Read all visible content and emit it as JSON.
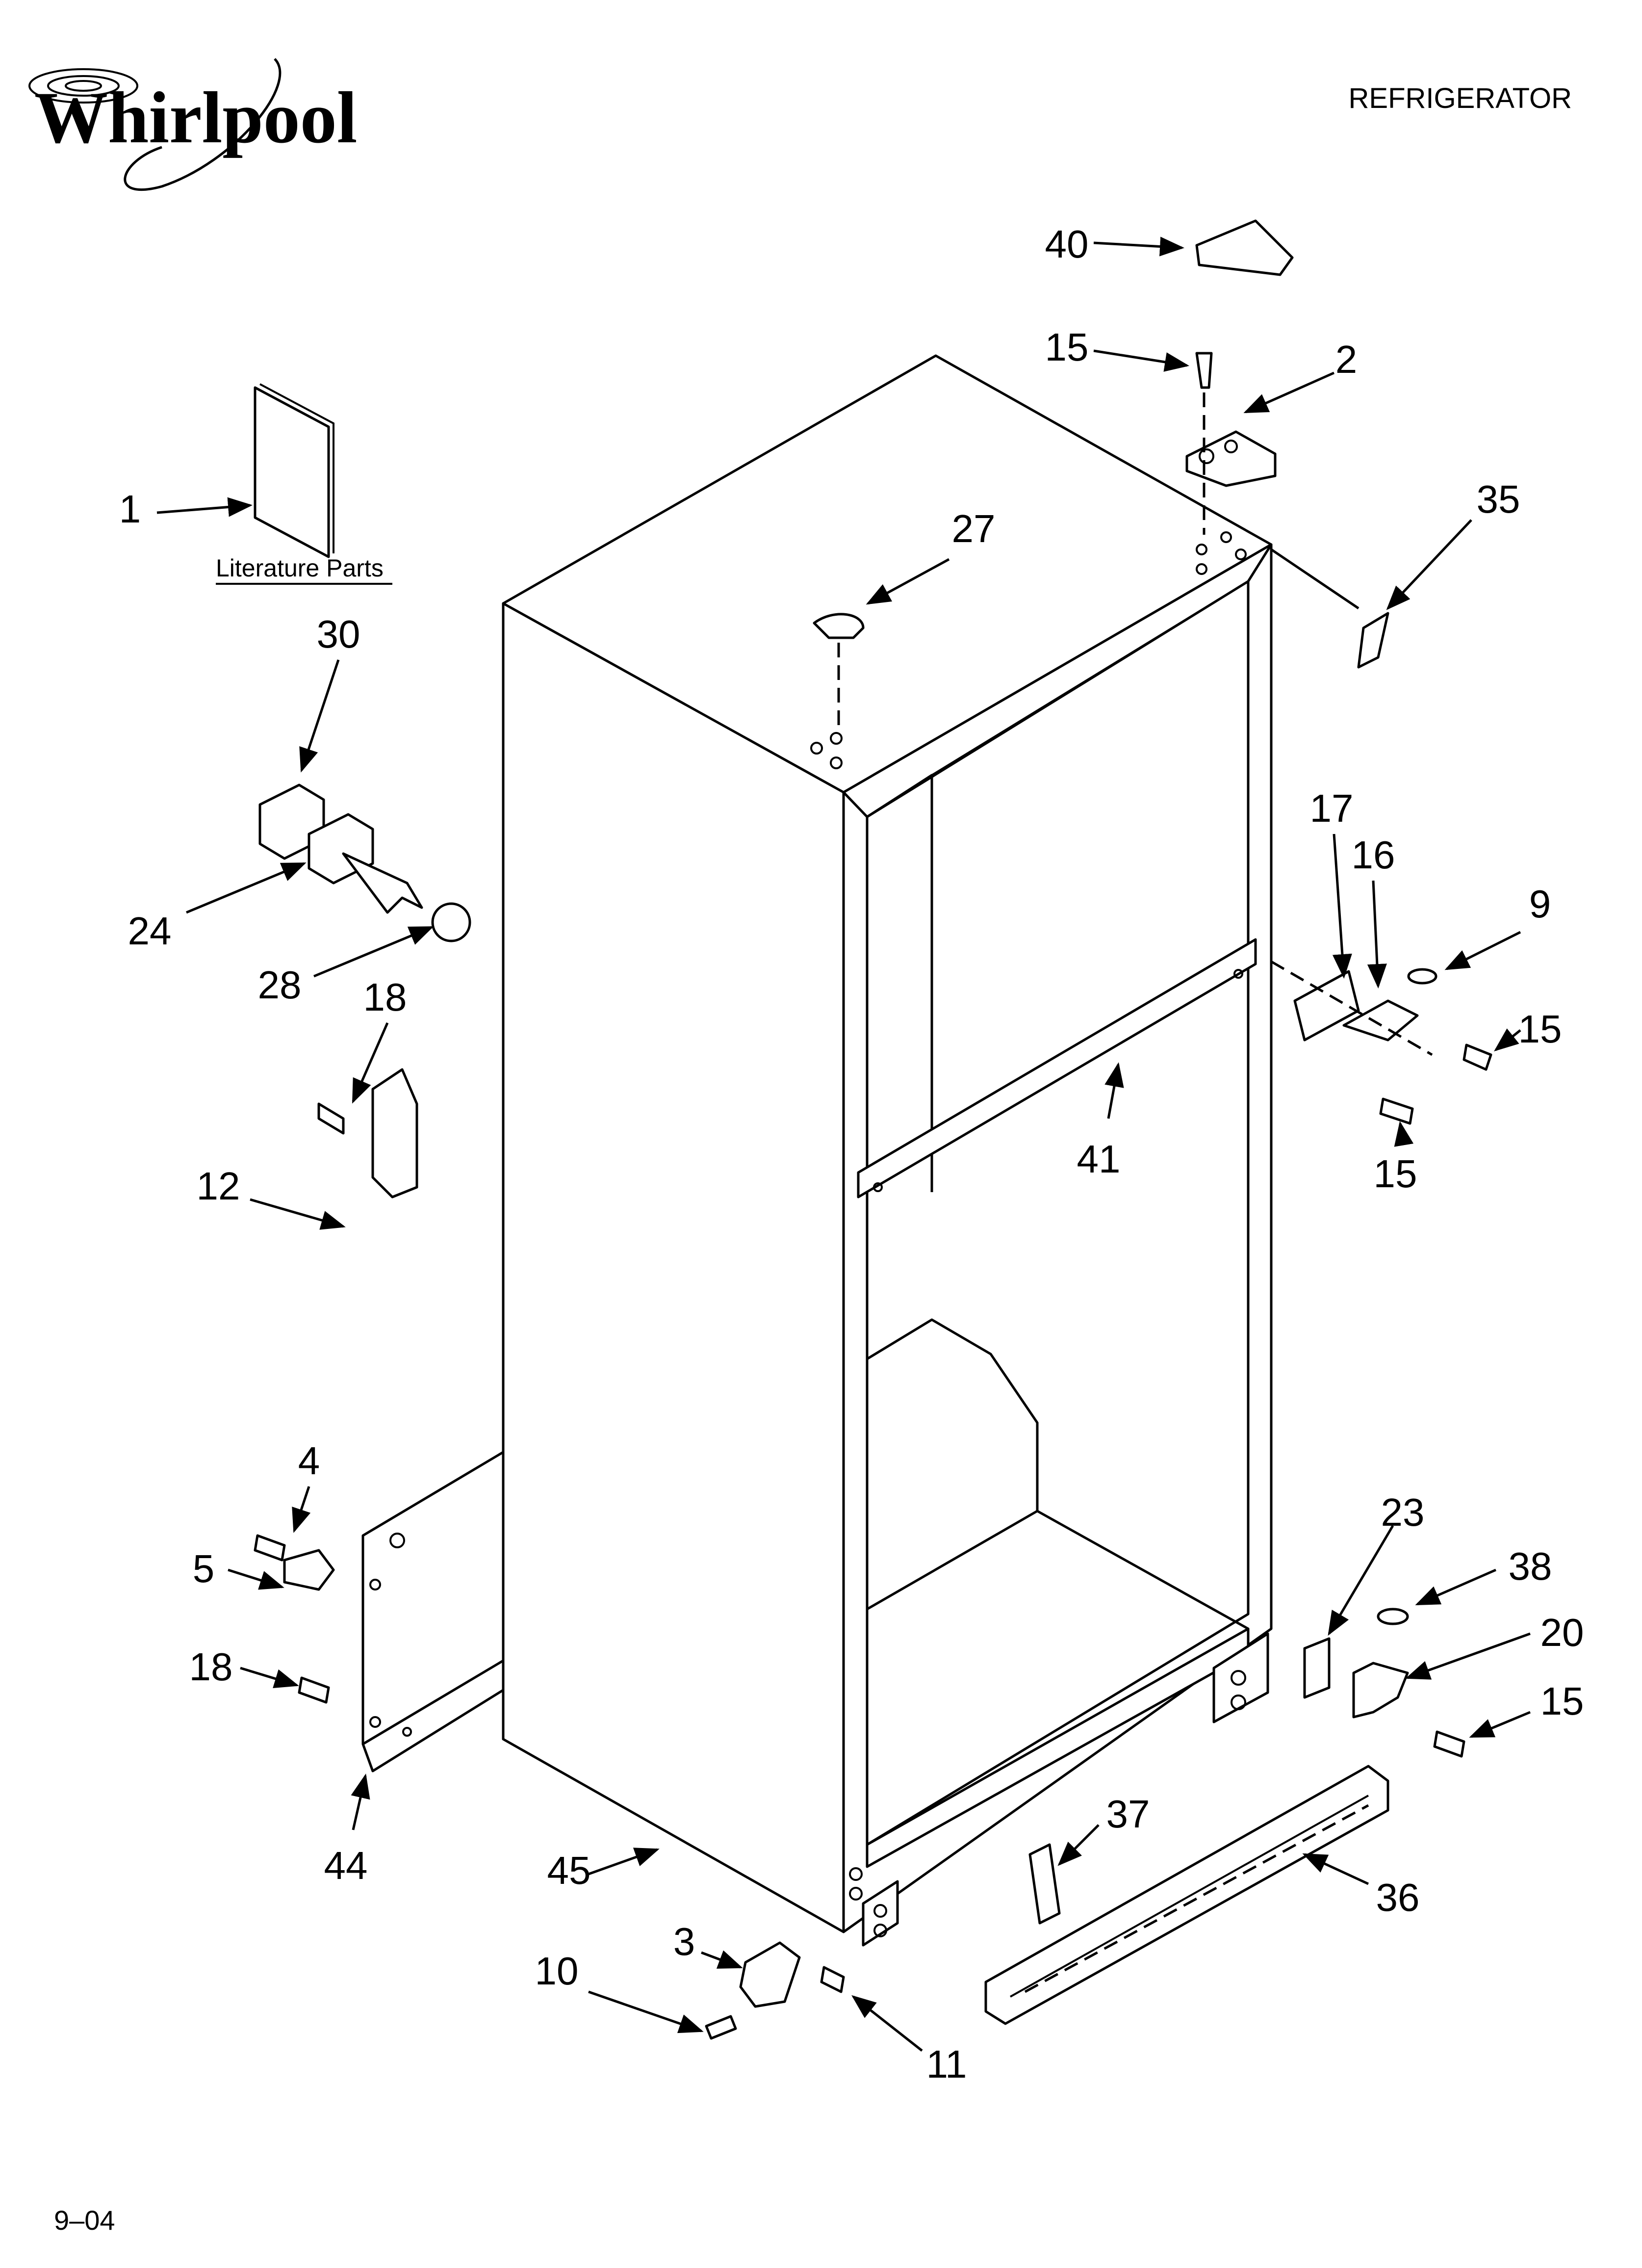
{
  "header": {
    "brand": "Whirlpool",
    "product": "REFRIGERATOR"
  },
  "literature_label": "Literature Parts",
  "footer": {
    "date_code": "9–04"
  },
  "parts": [
    "1",
    "2",
    "3",
    "4",
    "5",
    "9",
    "10",
    "11",
    "12",
    "15",
    "15",
    "15",
    "15",
    "16",
    "17",
    "18",
    "18",
    "20",
    "23",
    "24",
    "27",
    "28",
    "30",
    "35",
    "36",
    "37",
    "38",
    "40",
    "41",
    "44",
    "45"
  ],
  "callouts": {
    "p1": "1",
    "p2": "2",
    "p3": "3",
    "p4": "4",
    "p5": "5",
    "p9": "9",
    "p10": "10",
    "p11": "11",
    "p12": "12",
    "p15a": "15",
    "p15b": "15",
    "p15c": "15",
    "p15d": "15",
    "p16": "16",
    "p17": "17",
    "p18a": "18",
    "p18b": "18",
    "p20": "20",
    "p23": "23",
    "p24": "24",
    "p27": "27",
    "p28": "28",
    "p30": "30",
    "p35": "35",
    "p36": "36",
    "p37": "37",
    "p38": "38",
    "p40": "40",
    "p41": "41",
    "p44": "44",
    "p45": "45"
  }
}
